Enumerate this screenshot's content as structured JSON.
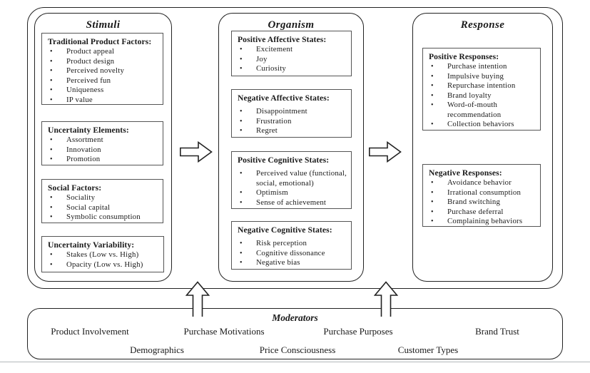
{
  "colors": {
    "ink": "#1a1a1a",
    "frame_border": "#222222",
    "inner_box_border": "#555555",
    "background": "#ffffff",
    "bottom_divider": "#b3b8bb"
  },
  "icons": {
    "bullet": "•",
    "flow_arrow": "right-arrow",
    "moderator_arrow": "up-arrow"
  },
  "framework": {
    "columns": [
      {
        "title": "Stimuli",
        "boxes": [
          {
            "heading": "Traditional Product Factors:",
            "items": [
              "Product appeal",
              "Product design",
              "Perceived novelty",
              "Perceived fun",
              "Uniqueness",
              "IP value"
            ]
          },
          {
            "heading": "Uncertainty Elements:",
            "items": [
              "Assortment",
              "Innovation",
              "Promotion"
            ]
          },
          {
            "heading": "Social Factors:",
            "items": [
              "Sociality",
              "Social capital",
              "Symbolic consumption"
            ]
          },
          {
            "heading": "Uncertainty Variability:",
            "items": [
              "Stakes (Low vs. High)",
              "Opacity (Low vs. High)"
            ]
          }
        ]
      },
      {
        "title": "Organism",
        "boxes": [
          {
            "heading": "Positive Affective States:",
            "items": [
              "Excitement",
              "Joy",
              "Curiosity"
            ]
          },
          {
            "heading": "Negative Affective States:",
            "items": [
              "Disappointment",
              "Frustration",
              "Regret"
            ]
          },
          {
            "heading": "Positive Cognitive States:",
            "items": [
              "Perceived value (functional, social, emotional)",
              "Optimism",
              "Sense of achievement"
            ]
          },
          {
            "heading": "Negative Cognitive States:",
            "items": [
              "Risk perception",
              "Cognitive dissonance",
              "Negative bias"
            ]
          }
        ]
      },
      {
        "title": "Response",
        "boxes": [
          {
            "heading": "Positive Responses:",
            "items": [
              "Purchase intention",
              "Impulsive buying",
              "Repurchase intention",
              "Brand loyalty",
              "Word-of-mouth recommendation",
              "Collection behaviors"
            ]
          },
          {
            "heading": "Negative Responses:",
            "items": [
              "Avoidance behavior",
              "Irrational consumption",
              "Brand switching",
              "Purchase deferral",
              "Complaining behaviors"
            ]
          }
        ]
      }
    ],
    "moderators": {
      "title": "Moderators",
      "row1": [
        "Product Involvement",
        "Purchase Motivations",
        "Purchase Purposes",
        "Brand Trust"
      ],
      "row2": [
        "Demographics",
        "Price Consciousness",
        "Customer Types"
      ]
    }
  }
}
